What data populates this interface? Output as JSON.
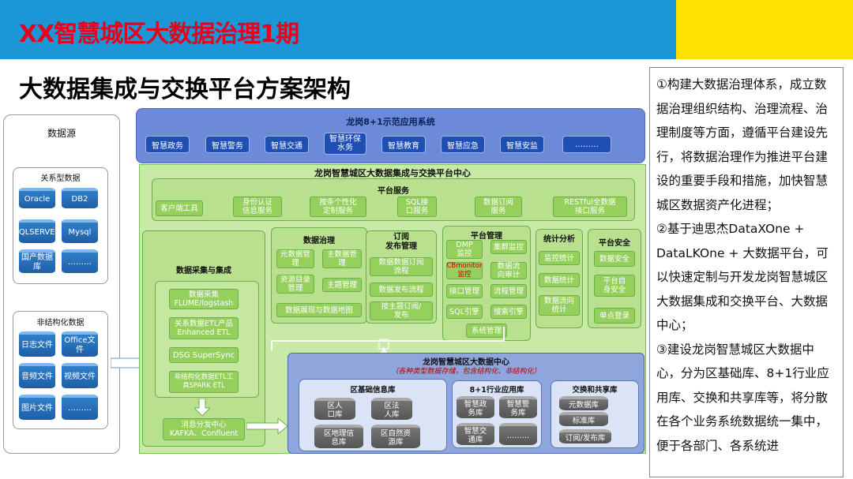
{
  "header": {
    "title": "XX智慧城区大数据治理1期"
  },
  "subtitle": "大数据集成与交换平台方案架构",
  "description": "①构建大数据治理体系，成立数据治理组织结构、治理流程、治理制度等方面，遵循平台建设先行，将数据治理作为推进平台建设的重要手段和措施，加快智慧城区数据资产化进程；\n②基于迪思杰DataXOne + DataLKOne + 大数据平台，可以快速定制与开发龙岗智慧城区大数据集成和交换平台、大数据中心；\n③建设龙岗智慧城区大数据中心，分为区基础库、8+1行业应用库、交换和共享库等，将分散在各个业务系统数据统一集中，便于各部门、各系统进",
  "sources": {
    "title": "数据源",
    "relational": {
      "title": "关系型数据",
      "items": [
        "Oracle",
        "DB2",
        "SQLSERVER",
        "Mysql",
        "国产数据库",
        "………"
      ]
    },
    "unstructured": {
      "title": "非结构化数据",
      "items": [
        "日志文件",
        "Office文件",
        "音频文件",
        "视频文件",
        "图片文件",
        "………"
      ]
    }
  },
  "apps": {
    "title": "龙岗8+1示范应用系统",
    "items": [
      "智慧政务",
      "智慧警务",
      "智慧交通",
      "智慧环保水务",
      "智慧教育",
      "智慧应急",
      "智慧安监",
      "………"
    ]
  },
  "platform": {
    "title": "龙岗智慧城区大数据集成与交换平台中心",
    "service": {
      "title": "平台服务",
      "items": [
        "客户端工具",
        "身份认证信息服务",
        "按条个性化定制服务",
        "SQL接口服务",
        "数据订阅服务",
        "RESTful全数据接口服务"
      ]
    },
    "collect": {
      "title": "数据采集与集成",
      "items": [
        "数据采集FLUME/logstash",
        "关系数据ETL产品Enhanced ETL",
        "DSG SuperSync",
        "非结构化数据ETL工具SPARK ETL"
      ],
      "mq": "消息分发中心\nKAFKA、Confluent"
    },
    "govern": {
      "title": "数据治理",
      "items": [
        "元数据管理",
        "主数据管理",
        "资源目录管理",
        "主题管理",
        "数据展现与数据地图"
      ]
    },
    "publish": {
      "title": "订阅\n发布管理",
      "items": [
        "数据数据订阅流程",
        "数据发布流程",
        "按主题订阅/发布"
      ]
    },
    "manage": {
      "title": "平台管理",
      "items": [
        "DMP监控",
        "集群监控",
        "CBmonitor监控",
        "数据流向审计",
        "接口管理",
        "流程管理",
        "SQL引擎",
        "搜索引擎",
        "系统管理"
      ]
    },
    "stats": {
      "title": "统计分析",
      "items": [
        "监控统计",
        "数据统计",
        "数据流向统计"
      ]
    },
    "security": {
      "title": "平台安全",
      "items": [
        "数据安全",
        "平台自身安全",
        "单点登录"
      ]
    }
  },
  "center": {
    "title": "龙岗智慧城区大数据中心",
    "sub": "（各种类型数据存储，包含结构化、非结构化）",
    "base": {
      "title": "区基础信息库",
      "items": [
        "区人口库",
        "区法人库",
        "区地理信息库",
        "区自然资源库"
      ]
    },
    "industry": {
      "title": "8+1行业应用库",
      "items": [
        "智慧政务库",
        "智慧警务库",
        "智慧交通库",
        "………"
      ]
    },
    "exchange": {
      "title": "交换和共享库",
      "items": [
        "元数据库",
        "标准库",
        "订阅/发布库"
      ]
    }
  },
  "colors": {
    "header_bg": "#1b96d6",
    "header_accent": "#ffe100",
    "title_red": "#e8001c",
    "platform_green": "#c9eaa6",
    "apps_blue": "#6d8ad8"
  }
}
